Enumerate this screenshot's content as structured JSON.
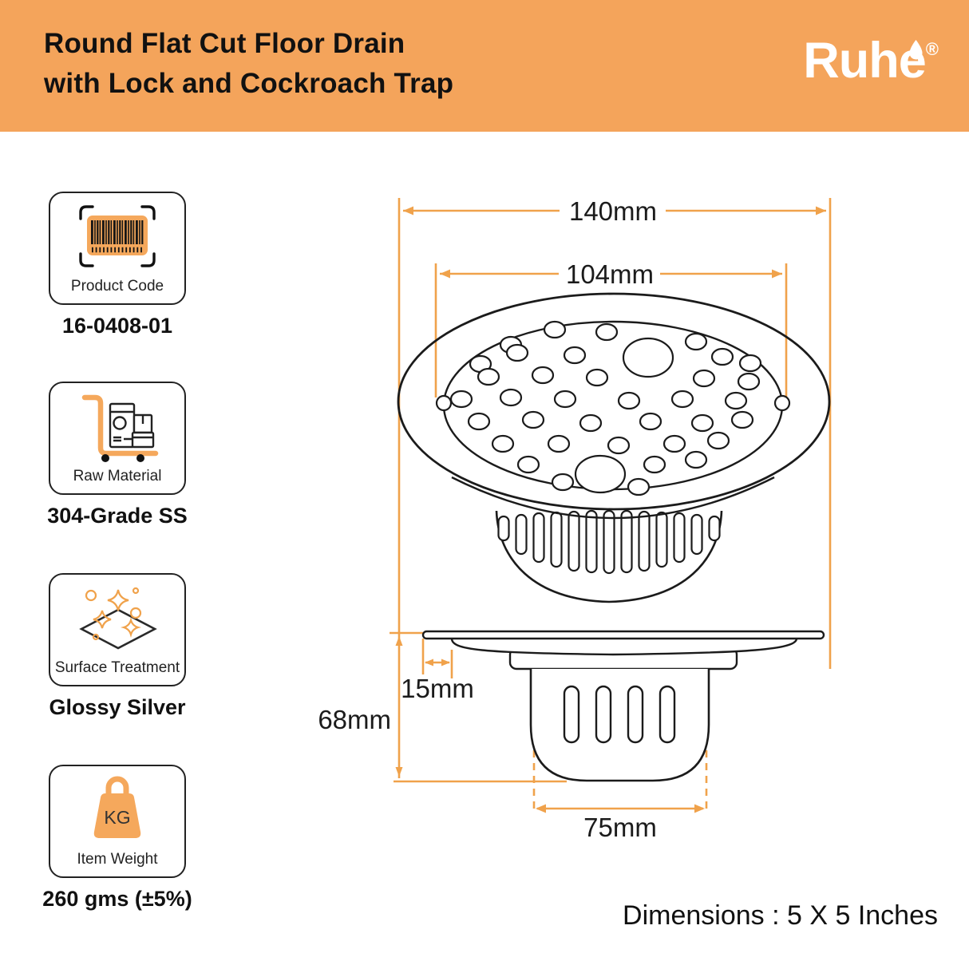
{
  "header": {
    "title_line1": "Round Flat Cut Floor Drain",
    "title_line2": "with Lock and Cockroach Trap",
    "brand": "Ruhe",
    "registered_mark": "®"
  },
  "colors": {
    "header_bg": "#F4A45B",
    "dimension_line_orange": "#F0A24B",
    "icon_orange": "#F5A85C",
    "line_black": "#1b1b1b"
  },
  "spec_cards": [
    {
      "icon": "barcode-icon",
      "label": "Product Code",
      "value": "16-0408-01"
    },
    {
      "icon": "trolley-icon",
      "label": "Raw Material",
      "value": "304-Grade SS"
    },
    {
      "icon": "sparkles-diamond-icon",
      "label": "Surface Treatment",
      "value": "Glossy Silver"
    },
    {
      "icon": "weight-bag-icon",
      "label": "Item Weight",
      "value": "260 gms (±5%)"
    }
  ],
  "icons": {
    "weight_bag_text": "KG"
  },
  "diagram": {
    "top_view": {
      "outer_dim": "140mm",
      "inner_dim": "104mm"
    },
    "side_view": {
      "offset_dim": "15mm",
      "height_dim": "68mm",
      "outlet_dim": "75mm"
    }
  },
  "footer": {
    "dimensions_text": "Dimensions : 5 X 5 Inches"
  }
}
